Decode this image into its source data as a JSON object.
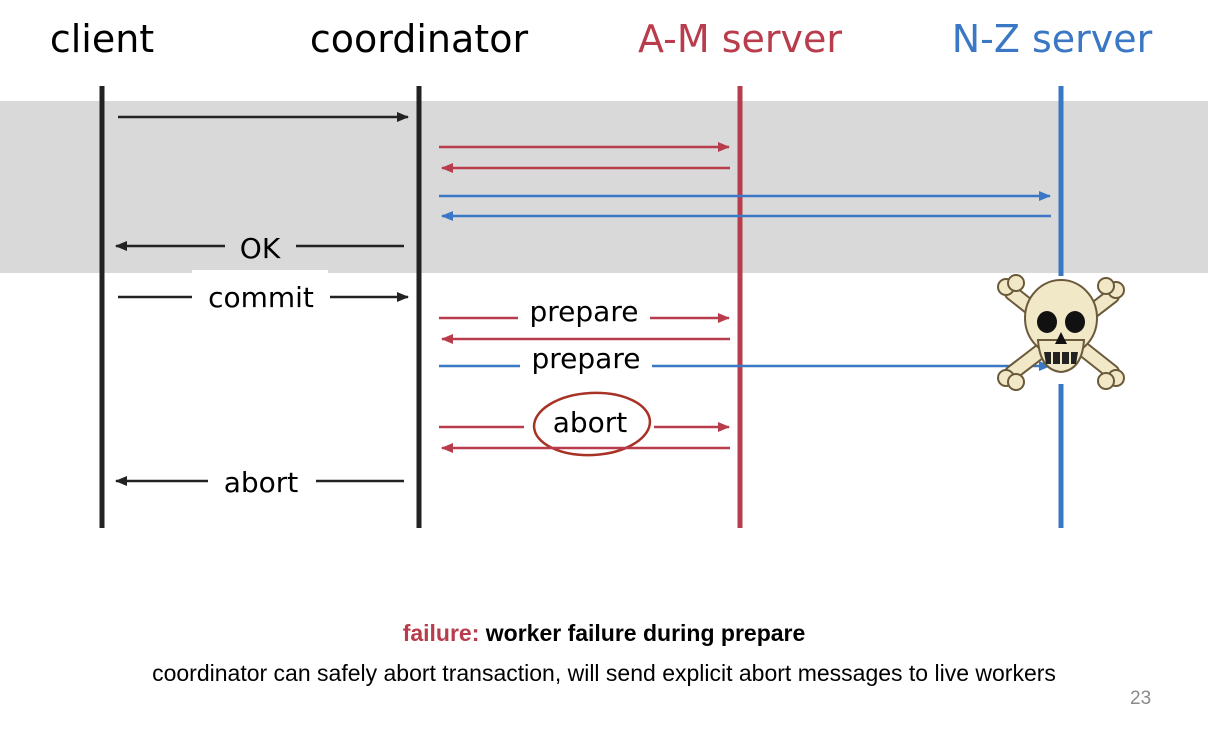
{
  "headers": {
    "client": "client",
    "coordinator": "coordinator",
    "am_server": "A-M server",
    "nz_server": "N-Z server"
  },
  "messages": {
    "ok": "OK",
    "commit": "commit",
    "prepare_am": "prepare",
    "prepare_nz": "prepare",
    "abort_am": "abort",
    "abort_client": "abort"
  },
  "caption": {
    "failure_label": "failure:",
    "failure_text": "worker failure during prepare",
    "explanation": "coordinator can safely abort transaction, will send explicit abort messages to live workers"
  },
  "page_number": "23",
  "colors": {
    "black": "#222222",
    "am_red": "#b83c4b",
    "nz_blue": "#3a77c4",
    "band_gray": "#d9d9d9",
    "circle_red": "#a83226"
  }
}
